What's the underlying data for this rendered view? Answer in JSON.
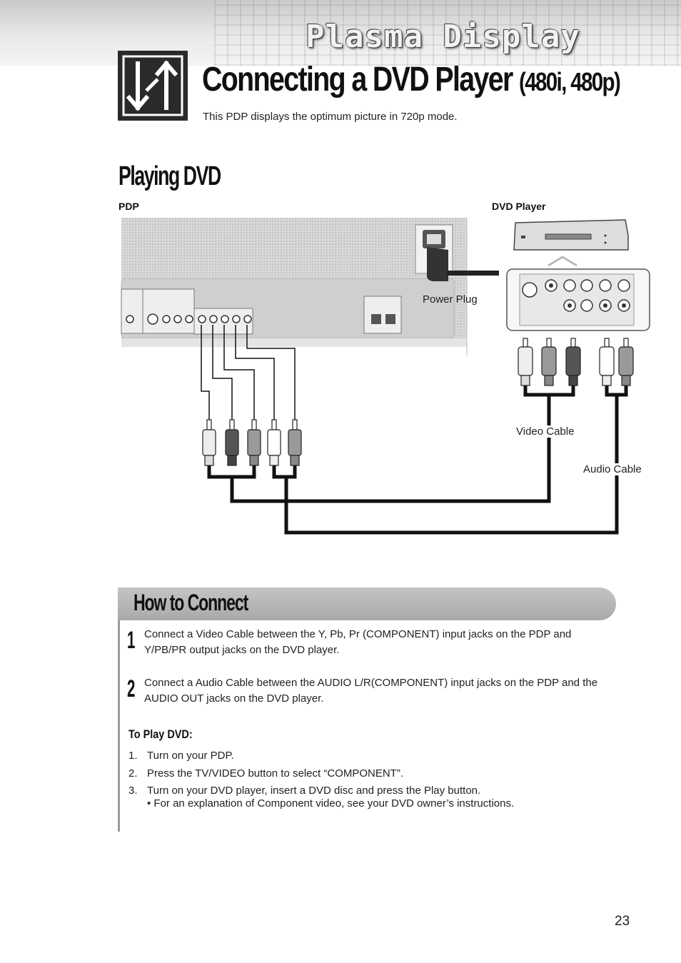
{
  "banner": {
    "title": "Plasma Display"
  },
  "header": {
    "title": "Connecting a DVD Player",
    "title_suffix": "(480i, 480p)",
    "note": "This PDP displays the optimum picture in 720p mode."
  },
  "section": {
    "title": "Playing DVD"
  },
  "diagram": {
    "pdp_label": "PDP",
    "dvd_label": "DVD Player",
    "power_plug": "Power Plug",
    "video_cable": "Video Cable",
    "audio_cable": "Audio Cable"
  },
  "how": {
    "title": "How to Connect",
    "steps": [
      {
        "num": "1",
        "text": "Connect a Video Cable between the Y, Pb, Pr (COMPONENT) input jacks on the PDP and Y/PB/PR output jacks on the DVD player."
      },
      {
        "num": "2",
        "text": "Connect a Audio Cable between the AUDIO L/R(COMPONENT) input jacks on the PDP and the AUDIO OUT jacks on the DVD player."
      }
    ],
    "play_title": "To Play DVD:",
    "play_items": [
      {
        "num": "1.",
        "text": "Turn on your PDP."
      },
      {
        "num": "2.",
        "text": "Press the TV/VIDEO button to select “COMPONENT”."
      },
      {
        "num": "3.",
        "text": "Turn on your DVD player, insert a DVD disc and press the Play button."
      }
    ],
    "play_note": "• For an explanation of Component video, see your DVD owner’s instructions."
  },
  "page_number": "23"
}
